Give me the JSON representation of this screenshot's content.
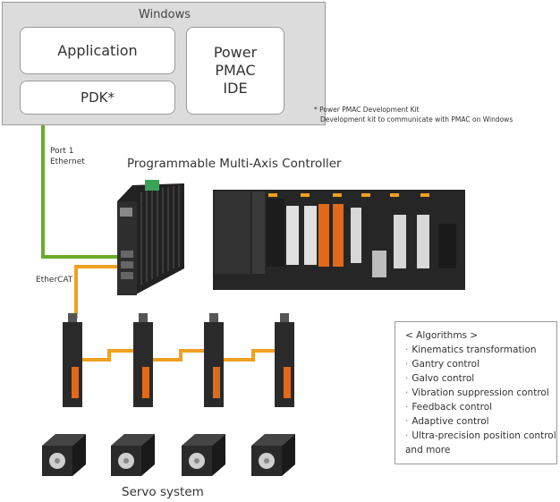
{
  "windows": {
    "title": "Windows",
    "application": "Application",
    "pdk": "PDK*",
    "ide": "Power\nPMAC\nIDE"
  },
  "footnote": {
    "line1": "* Power PMAC Development Kit",
    "line2": "Development kit to communicate with PMAC on Windows"
  },
  "port_label": {
    "line1": "Port 1",
    "line2": "Ethernet"
  },
  "controller_title": "Programmable Multi-Axis Controller",
  "ethercat_label": "EtherCAT",
  "servo_label": "Servo system",
  "algorithms": {
    "heading": "< Algorithms >",
    "items": [
      "Kinematics transformation",
      "Gantry control",
      "Galvo control",
      "Vibration suppression control",
      "Feedback control",
      "Adaptive control",
      "Ultra-precision position control"
    ],
    "more": "and more"
  },
  "colors": {
    "ethernet": "#6aaa2e",
    "ethercat": "#f0a020",
    "device_dark": "#2a2a2a",
    "terminal_orange": "#e06a1a"
  }
}
